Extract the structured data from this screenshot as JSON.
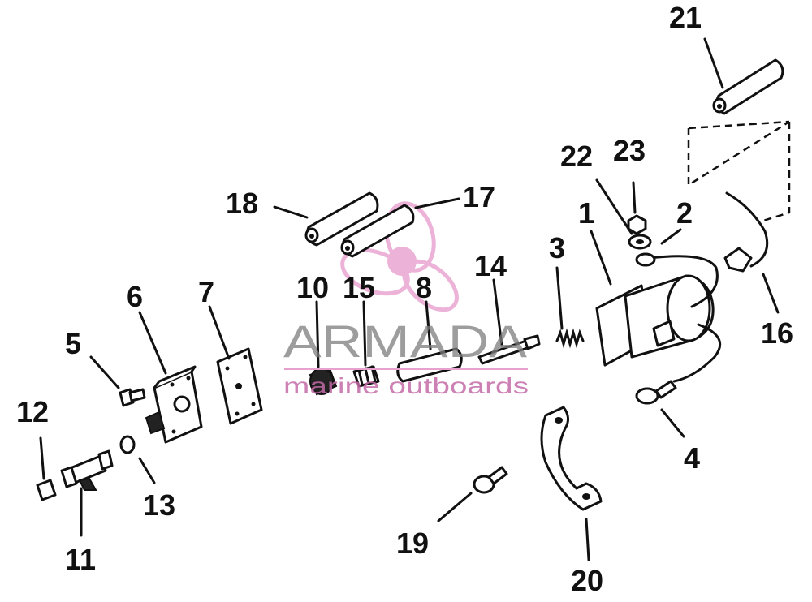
{
  "labels": {
    "p1": "1",
    "p2": "2",
    "p3": "3",
    "p4": "4",
    "p5": "5",
    "p6": "6",
    "p7": "7",
    "p8": "8",
    "p10": "10",
    "p11": "11",
    "p12": "12",
    "p13": "13",
    "p14": "14",
    "p15": "15",
    "p16": "16",
    "p17": "17",
    "p18": "18",
    "p19": "19",
    "p20": "20",
    "p21": "21",
    "p22": "22",
    "p23": "23"
  },
  "watermark": {
    "brand": "ARMADA",
    "tagline": "marine outboards",
    "logo_color": "#e8a0cf",
    "text_color": "#7d7d7d"
  }
}
